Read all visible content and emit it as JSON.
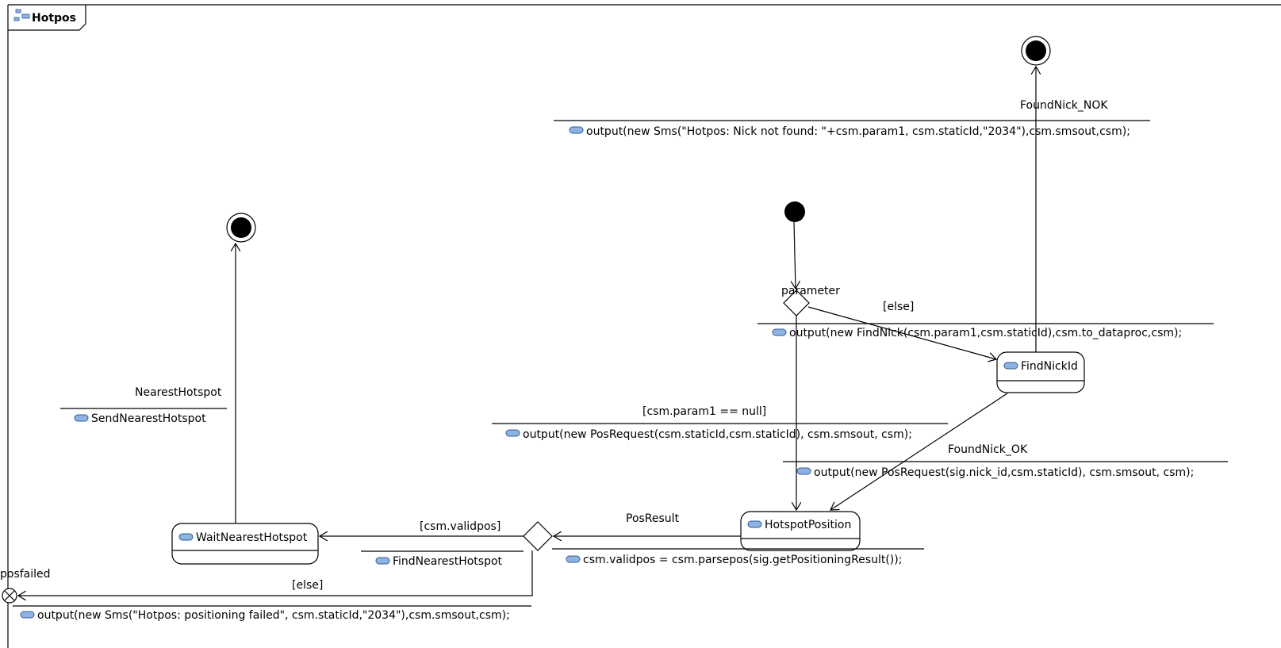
{
  "diagram": {
    "frame_title": "Hotpos",
    "states": {
      "wait_nearest": "WaitNearestHotspot",
      "hotspot_position": "HotspotPosition",
      "find_nick_id": "FindNickId"
    },
    "labels": {
      "found_nick_nok": "FoundNick_NOK",
      "found_nick_nok_action": "output(new Sms(\"Hotpos: Nick not found: \"+csm.param1, csm.staticId,\"2034\"),csm.smsout,csm);",
      "parameter": "parameter",
      "else_top": "[else]",
      "find_nick_action": "output(new FindNick(csm.param1,csm.staticId),csm.to_dataproc,csm);",
      "param_null_guard": "[csm.param1 == null]",
      "pos_request_action": "output(new PosRequest(csm.staticId,csm.staticId), csm.smsout, csm);",
      "found_nick_ok": "FoundNick_OK",
      "found_nick_ok_action": "output(new PosRequest(sig.nick_id,csm.staticId), csm.smsout, csm);",
      "nearest_hotspot": "NearestHotspot",
      "send_nearest_action": "SendNearestHotspot",
      "pos_result": "PosResult",
      "parse_pos_action": "csm.validpos = csm.parsepos(sig.getPositioningResult());",
      "validpos_guard": "[csm.validpos]",
      "find_nearest_action": "FindNearestHotspot",
      "else_bottom": "[else]",
      "posfailed": "posfailed",
      "pos_failed_action": "output(new Sms(\"Hotpos: positioning failed\", csm.staticId,\"2034\"),csm.smsout,csm);"
    }
  }
}
